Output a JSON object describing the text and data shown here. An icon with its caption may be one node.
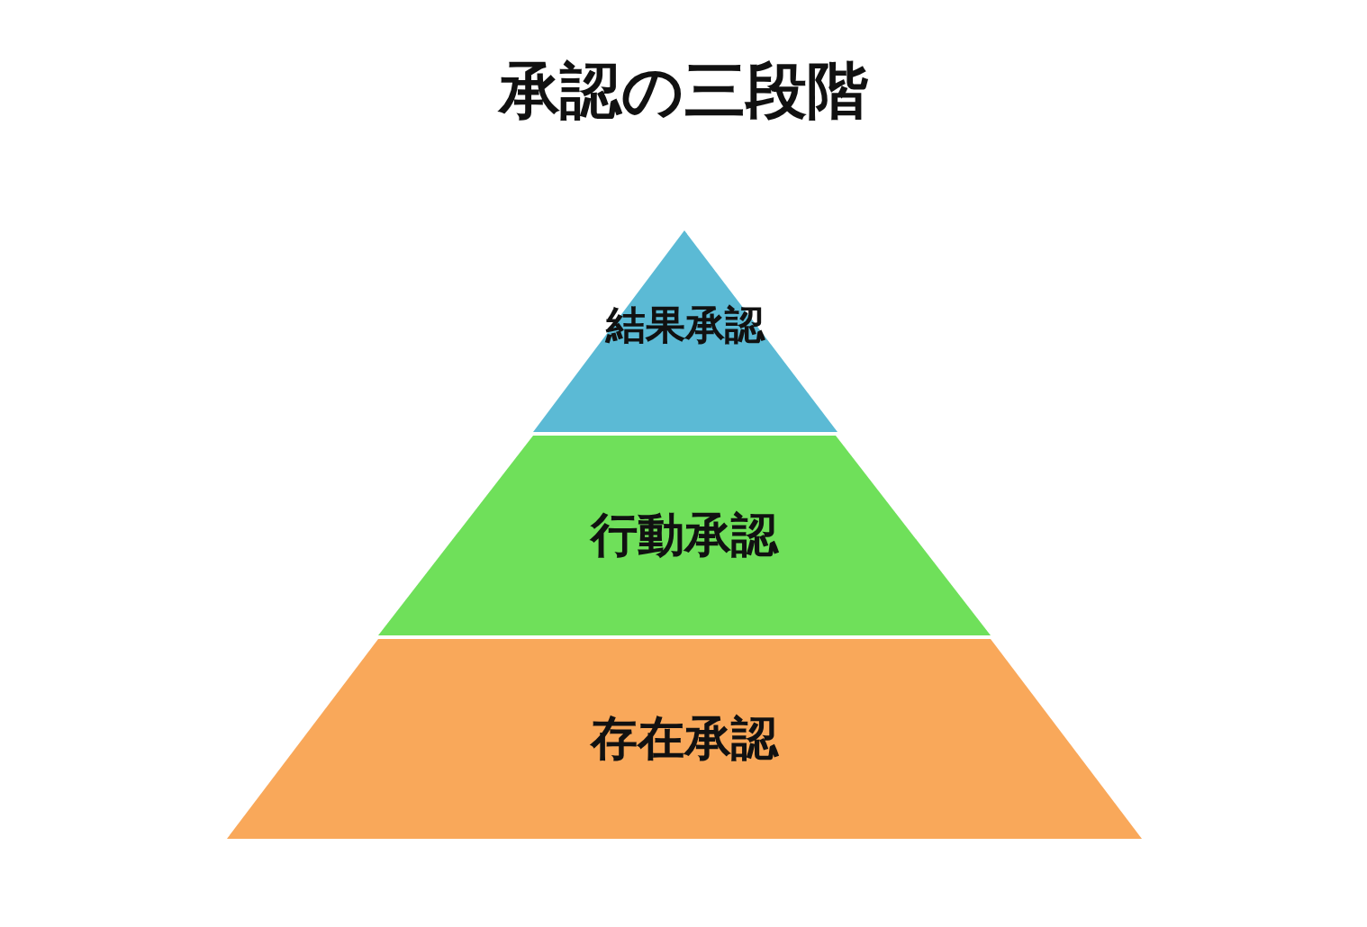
{
  "diagram": {
    "title": "承認の三段階",
    "nodes": [
      {
        "text": [
          "結果承認"
        ]
      },
      {
        "text": [
          "行動承認"
        ]
      },
      {
        "text": [
          "存在承認"
        ]
      }
    ]
  }
}
